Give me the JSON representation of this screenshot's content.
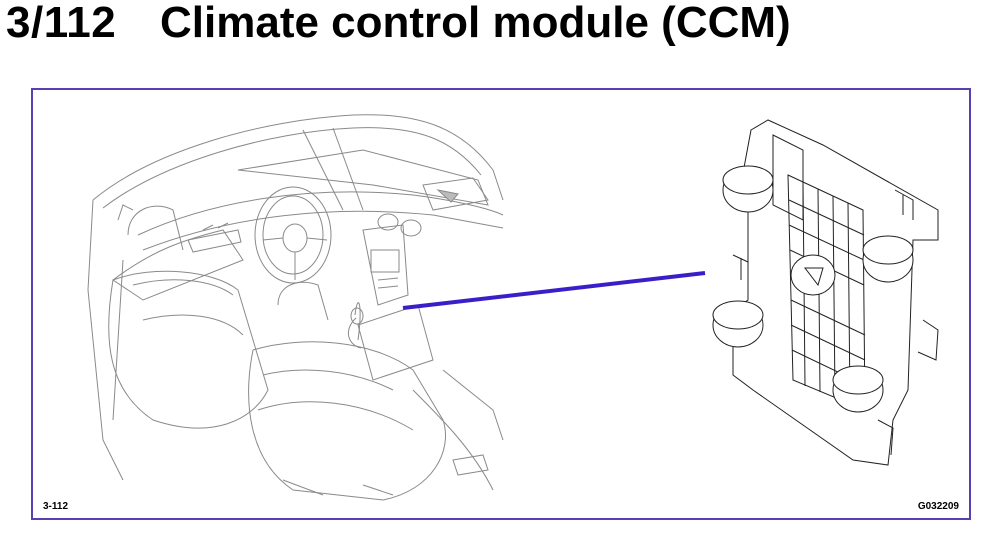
{
  "header": {
    "section_number": "3/112",
    "title": "Climate control module (CCM)"
  },
  "figure": {
    "code_left": "3-112",
    "code_right": "G032209",
    "frame_color": "#5a3fb0",
    "leader_color": "#3a1fc8",
    "line_color": "#8a8a8a"
  }
}
